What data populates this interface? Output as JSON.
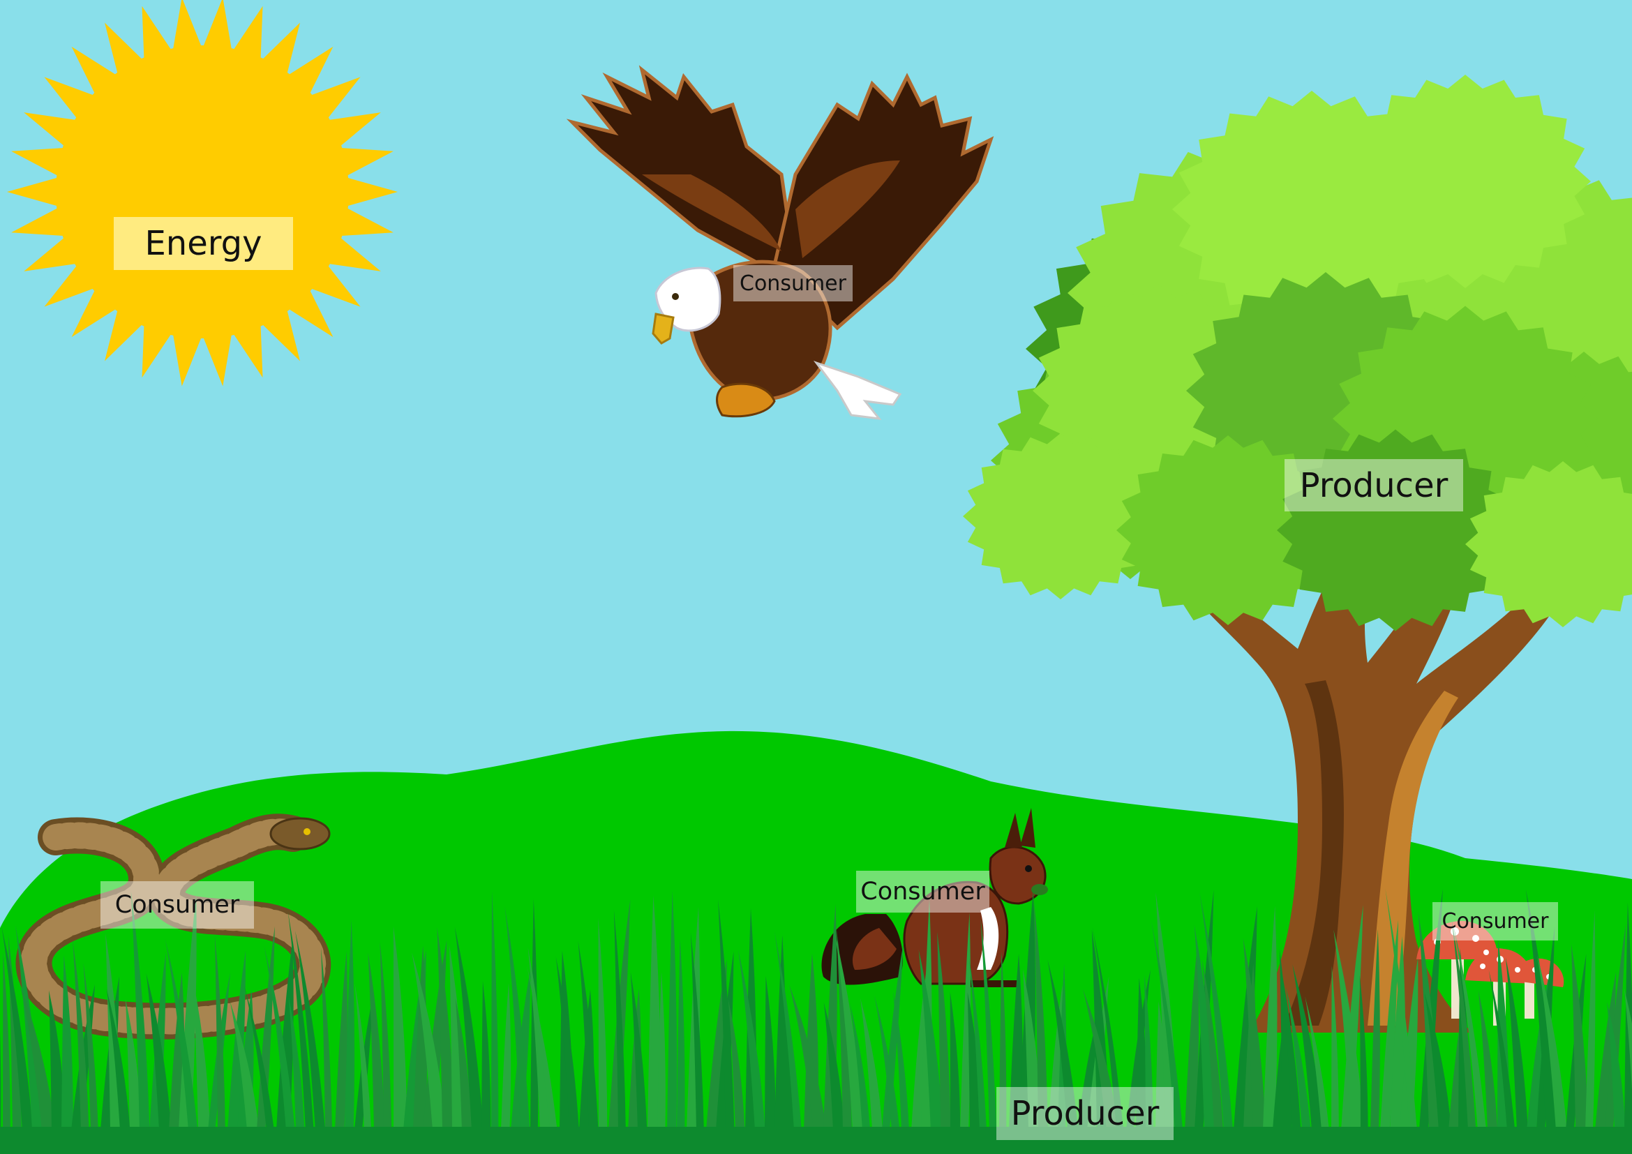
{
  "scene": {
    "title": "",
    "colors": {
      "sky": "#89dfea",
      "sun": "#ffcc00",
      "hill": "#00c800",
      "grass_dark": "#0d8a2e",
      "grass_mid": "#27a83e",
      "foliage_light": "#8fe23a",
      "foliage_dark": "#3f9a1c",
      "trunk": "#8a4f1c",
      "eagle_body": "#55290c",
      "snake": "#8a6a3a",
      "squirrel": "#7a3216",
      "mushroom": "#e0563a"
    }
  },
  "labels": {
    "sun": "Energy",
    "eagle": "Consumer",
    "tree": "Producer",
    "snake": "Consumer",
    "squirrel": "Consumer",
    "mushroom": "Consumer",
    "grass": "Producer"
  },
  "organisms": [
    {
      "name": "sun",
      "role": "Energy",
      "icon": "sun-icon"
    },
    {
      "name": "eagle",
      "role": "Consumer",
      "icon": "eagle-icon"
    },
    {
      "name": "tree",
      "role": "Producer",
      "icon": "tree-icon"
    },
    {
      "name": "snake",
      "role": "Consumer",
      "icon": "snake-icon"
    },
    {
      "name": "squirrel",
      "role": "Consumer",
      "icon": "squirrel-icon"
    },
    {
      "name": "mushroom",
      "role": "Consumer",
      "icon": "mushroom-icon"
    },
    {
      "name": "grass",
      "role": "Producer",
      "icon": "grass-icon"
    }
  ]
}
